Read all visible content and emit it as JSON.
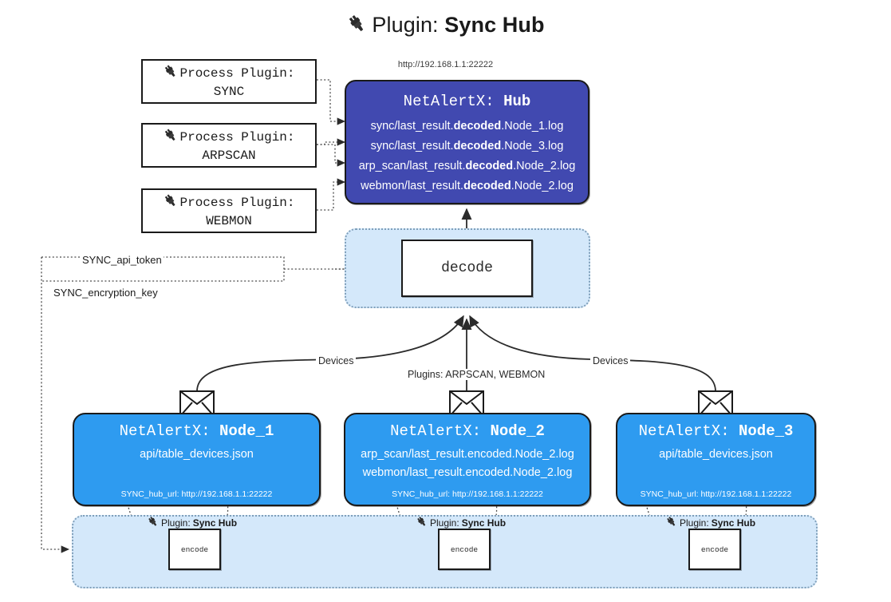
{
  "header": {
    "plug_icon": "plug-icon",
    "prefix": "Plugin: ",
    "name": "Sync Hub",
    "hub_url": "http://192.168.1.1:22222"
  },
  "process_plugins": [
    {
      "line1": "Process Plugin:",
      "line2": "SYNC"
    },
    {
      "line1": "Process Plugin:",
      "line2": "ARPSCAN"
    },
    {
      "line1": "Process Plugin:",
      "line2": "WEBMON"
    }
  ],
  "hub": {
    "title_prefix": "NetAlertX: ",
    "title_name": "Hub",
    "logs": [
      {
        "pre": "sync/last_result.",
        "mid": "decoded",
        "post": ".Node_1.log"
      },
      {
        "pre": "sync/last_result.",
        "mid": "decoded",
        "post": ".Node_3.log"
      },
      {
        "pre": "arp_scan/last_result.",
        "mid": "decoded",
        "post": ".Node_2.log"
      },
      {
        "pre": "webmon/last_result.",
        "mid": "decoded",
        "post": ".Node_2.log"
      }
    ]
  },
  "decode": {
    "label": "decode"
  },
  "secrets": {
    "api_token": "SYNC_api_token",
    "encryption_key": "SYNC_encryption_key"
  },
  "edge_labels": {
    "devices_left": "Devices",
    "devices_right": "Devices",
    "plugins_center": "Plugins: ARPSCAN, WEBMON"
  },
  "nodes": [
    {
      "title_prefix": "NetAlertX: ",
      "title_name": "Node_1",
      "paths": [
        "api/table_devices.json"
      ],
      "hub_url_label": "SYNC_hub_url: http://192.168.1.1:22222",
      "envelope_icon": "envelope-icon"
    },
    {
      "title_prefix": "NetAlertX: ",
      "title_name": "Node_2",
      "paths": [
        "arp_scan/last_result.encoded.Node_2.log",
        "webmon/last_result.encoded.Node_2.log"
      ],
      "hub_url_label": "SYNC_hub_url: http://192.168.1.1:22222",
      "envelope_icon": "envelope-icon"
    },
    {
      "title_prefix": "NetAlertX: ",
      "title_name": "Node_3",
      "paths": [
        "api/table_devices.json"
      ],
      "hub_url_label": "SYNC_hub_url: http://192.168.1.1:22222",
      "envelope_icon": "envelope-icon"
    }
  ],
  "encoders": [
    {
      "plugin_prefix": "Plugin: ",
      "plugin_name": "Sync Hub",
      "label": "encode",
      "plug_icon": "plug-icon"
    },
    {
      "plugin_prefix": "Plugin: ",
      "plugin_name": "Sync Hub",
      "label": "encode",
      "plug_icon": "plug-icon"
    },
    {
      "plugin_prefix": "Plugin: ",
      "plugin_name": "Sync Hub",
      "label": "encode",
      "plug_icon": "plug-icon"
    }
  ],
  "colors": {
    "hub_fill": "#4149b0",
    "node_fill": "#2e9bf0",
    "panel_fill": "#d4e8fa",
    "panel_border": "#7f9fba",
    "stroke": "#1a1a1a",
    "background": "#ffffff"
  }
}
